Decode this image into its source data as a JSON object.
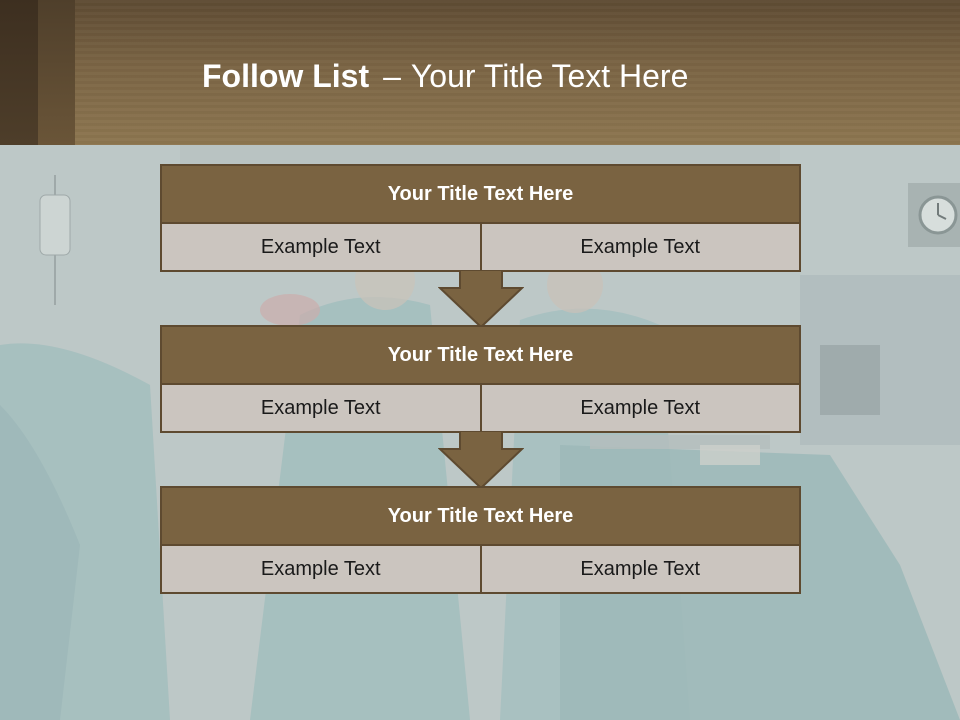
{
  "title": {
    "bold": "Follow List",
    "dash": "–",
    "rest": "Your Title Text Here"
  },
  "steps": [
    {
      "title": "Your Title Text Here",
      "left": "Example Text",
      "right": "Example Text"
    },
    {
      "title": "Your Title Text Here",
      "left": "Example Text",
      "right": "Example Text"
    },
    {
      "title": "Your Title Text Here",
      "left": "Example Text",
      "right": "Example Text"
    }
  ],
  "colors": {
    "header": "#7a6444",
    "box_title": "#7a6341",
    "box_border": "#5e4a30",
    "cell": "#cbc5bf",
    "arrow": "#7a6341"
  }
}
